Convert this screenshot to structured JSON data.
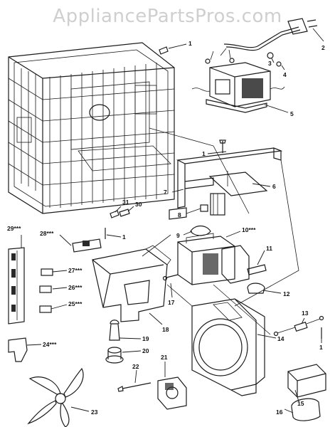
{
  "watermark": "AppliancePartsPros.com",
  "callouts": [
    {
      "id": "1",
      "text": "1"
    },
    {
      "id": "2",
      "text": "2"
    },
    {
      "id": "3",
      "text": "3"
    },
    {
      "id": "4",
      "text": "4"
    },
    {
      "id": "5",
      "text": "5"
    },
    {
      "id": "6",
      "text": "6"
    },
    {
      "id": "7",
      "text": "7"
    },
    {
      "id": "8",
      "text": "8"
    },
    {
      "id": "9",
      "text": "9"
    },
    {
      "id": "10",
      "text": "10***"
    },
    {
      "id": "11",
      "text": "11"
    },
    {
      "id": "12",
      "text": "12"
    },
    {
      "id": "13",
      "text": "13"
    },
    {
      "id": "14",
      "text": "14"
    },
    {
      "id": "15",
      "text": "15"
    },
    {
      "id": "16",
      "text": "16"
    },
    {
      "id": "17",
      "text": "17"
    },
    {
      "id": "18",
      "text": "18"
    },
    {
      "id": "19",
      "text": "19"
    },
    {
      "id": "20",
      "text": "20"
    },
    {
      "id": "21",
      "text": "21"
    },
    {
      "id": "22",
      "text": "22"
    },
    {
      "id": "23",
      "text": "23"
    },
    {
      "id": "24",
      "text": "24***"
    },
    {
      "id": "25",
      "text": "25***"
    },
    {
      "id": "26",
      "text": "26***"
    },
    {
      "id": "27",
      "text": "27***"
    },
    {
      "id": "28",
      "text": "28***"
    },
    {
      "id": "29",
      "text": "29***"
    },
    {
      "id": "30",
      "text": "30"
    },
    {
      "id": "31",
      "text": "31"
    }
  ]
}
